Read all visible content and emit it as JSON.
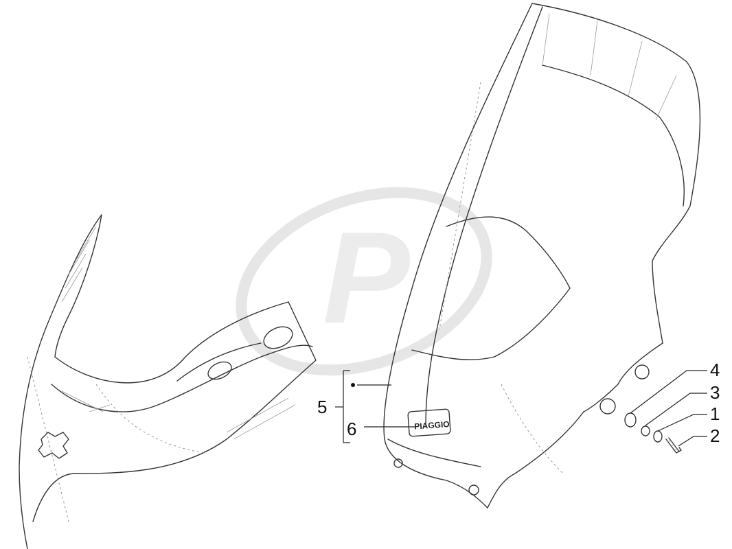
{
  "diagram": {
    "callouts": [
      {
        "id": "1",
        "label": "1"
      },
      {
        "id": "2",
        "label": "2"
      },
      {
        "id": "3",
        "label": "3"
      },
      {
        "id": "4",
        "label": "4"
      },
      {
        "id": "5",
        "label": "5"
      },
      {
        "id": "6",
        "label": "6"
      }
    ],
    "badge_text": "PIAGGIO",
    "watermark_glyph": "P",
    "colors": {
      "line": "#333333",
      "watermark": "#e6e6e6",
      "background": "#ffffff"
    }
  }
}
